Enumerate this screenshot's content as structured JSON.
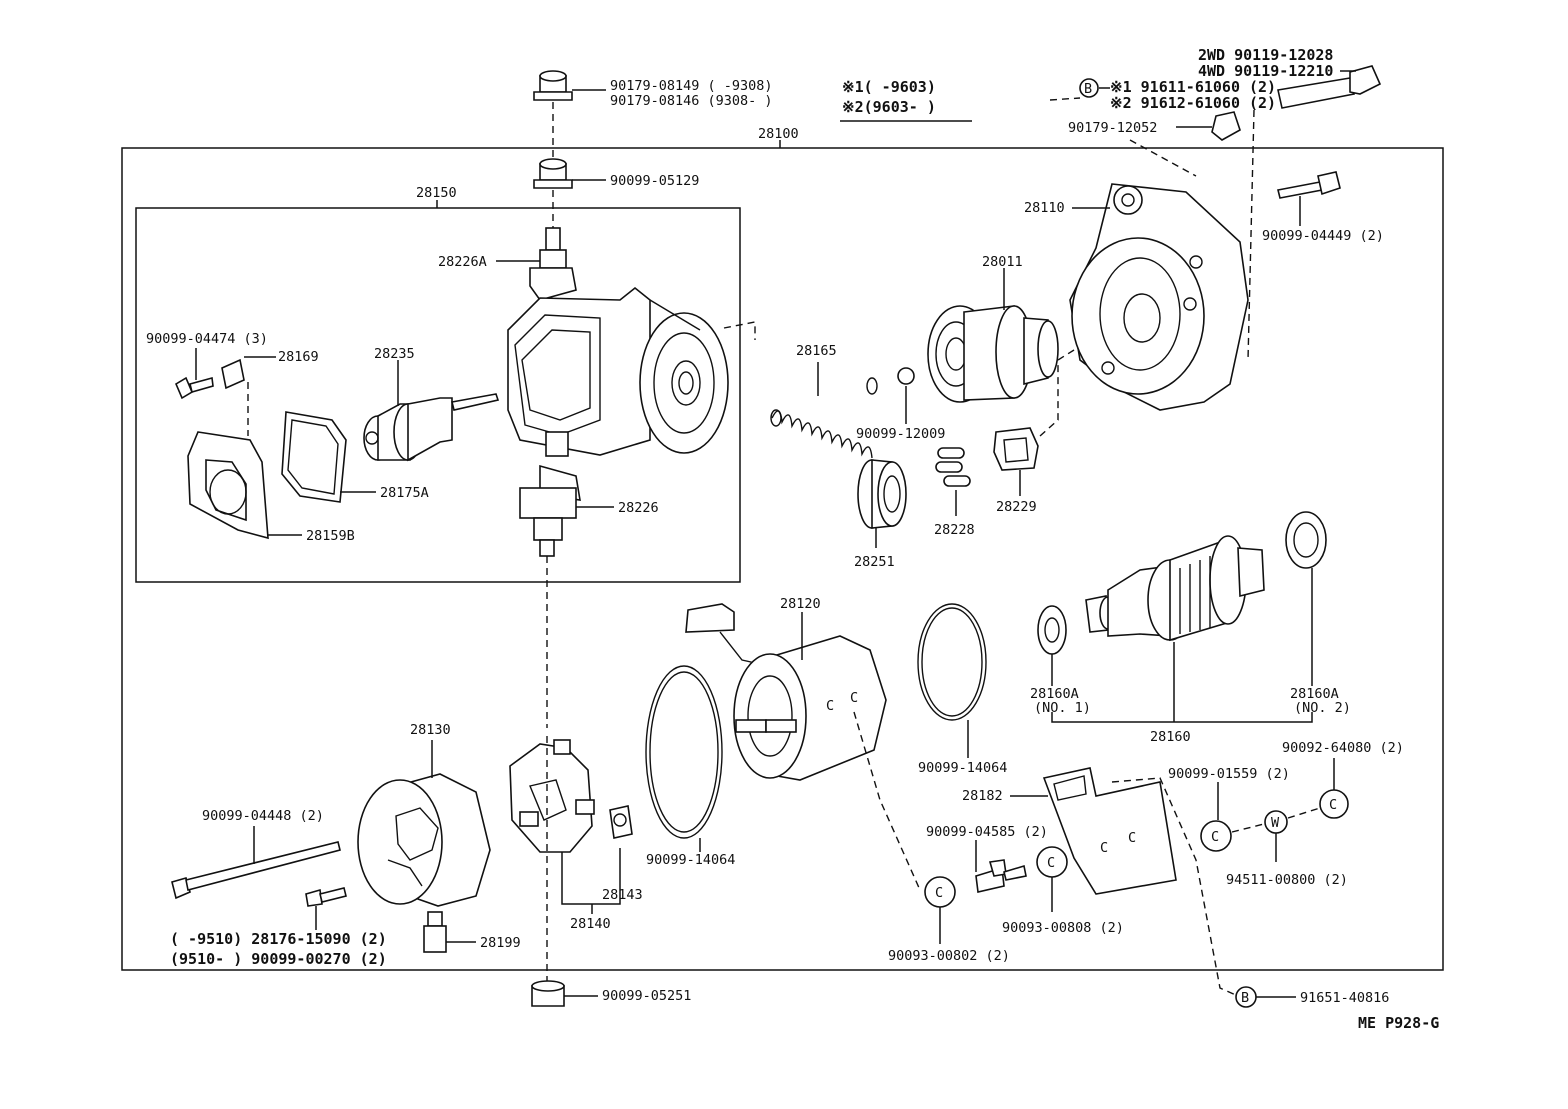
{
  "diagram_code": "ME  P928-G",
  "notes": {
    "note1": "※1(      -9603)",
    "note2": "※2(9603-      )"
  },
  "parts": {
    "p28100": "28100",
    "p28150": "28150",
    "nut_top_a": "90179-08149 (      -9308)",
    "nut_top_b": "90179-08146 (9308-      )",
    "nut_90099_05129": "90099-05129",
    "p28226A": "28226A",
    "p90099_04474": "90099-04474 (3)",
    "p28169": "28169",
    "p28235": "28235",
    "p28175A": "28175A",
    "p28159B": "28159B",
    "p28226": "28226",
    "bolt_2wd": "2WD  90119-12028",
    "bolt_4wd": "4WD  90119-12210",
    "mark_b_top": "B",
    "note_91611": "※1 91611-61060 (2)",
    "note_91612": "※2 91612-61060 (2)",
    "p90179_12052": "90179-12052",
    "p28110": "28110",
    "p90099_04449": "90099-04449 (2)",
    "p28011": "28011",
    "p28165": "28165",
    "p90099_12009": "90099-12009",
    "p28251": "28251",
    "p28228": "28228",
    "p28229": "28229",
    "p28120": "28120",
    "p90099_14064_a": "90099-14064",
    "p90099_14064_b": "90099-14064",
    "p28160A_1": "28160A",
    "p28160A_1_no": "(NO. 1)",
    "p28160A_2": "28160A",
    "p28160A_2_no": "(NO. 2)",
    "p28160": "28160",
    "p90092_64080": "90092-64080 (2)",
    "p90099_01559": "90099-01559 (2)",
    "p28182": "28182",
    "p94511_00800": "94511-00800 (2)",
    "p90099_04585": "90099-04585 (2)",
    "p90093_00808": "90093-00808 (2)",
    "p90093_00802": "90093-00802 (2)",
    "p28130": "28130",
    "p90099_04448": "90099-04448 (2)",
    "p28143": "28143",
    "p28140": "28140",
    "p28199": "28199",
    "screw_a": "(      -9510) 28176-15090 (2)",
    "screw_b": "(9510-      ) 90099-00270 (2)",
    "nut_bottom": "90099-05251",
    "mark_b_bottom": "B",
    "p91651_40816": "91651-40816",
    "mark_c": "C",
    "mark_w": "W"
  }
}
